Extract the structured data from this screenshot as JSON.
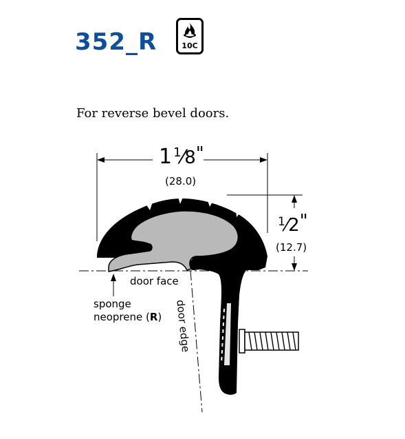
{
  "header": {
    "product_code": "352_R",
    "badge_label": "10C",
    "accent_color": "#0f4f9a"
  },
  "description": "For reverse bevel doors.",
  "dimensions": {
    "width_whole": "1",
    "width_num": "1",
    "width_den": "8",
    "width_unit": "\"",
    "width_metric": "(28.0)",
    "height_num": "1",
    "height_den": "2",
    "height_unit": "\"",
    "height_metric": "(12.7)"
  },
  "labels": {
    "door_face": "door face",
    "sponge_line1": "sponge",
    "sponge_line2_pre": "neoprene (",
    "sponge_line2_bold": "R",
    "sponge_line2_post": ")",
    "door_edge": "door edge"
  },
  "icons": {
    "badge_icon": "flame-icon"
  }
}
